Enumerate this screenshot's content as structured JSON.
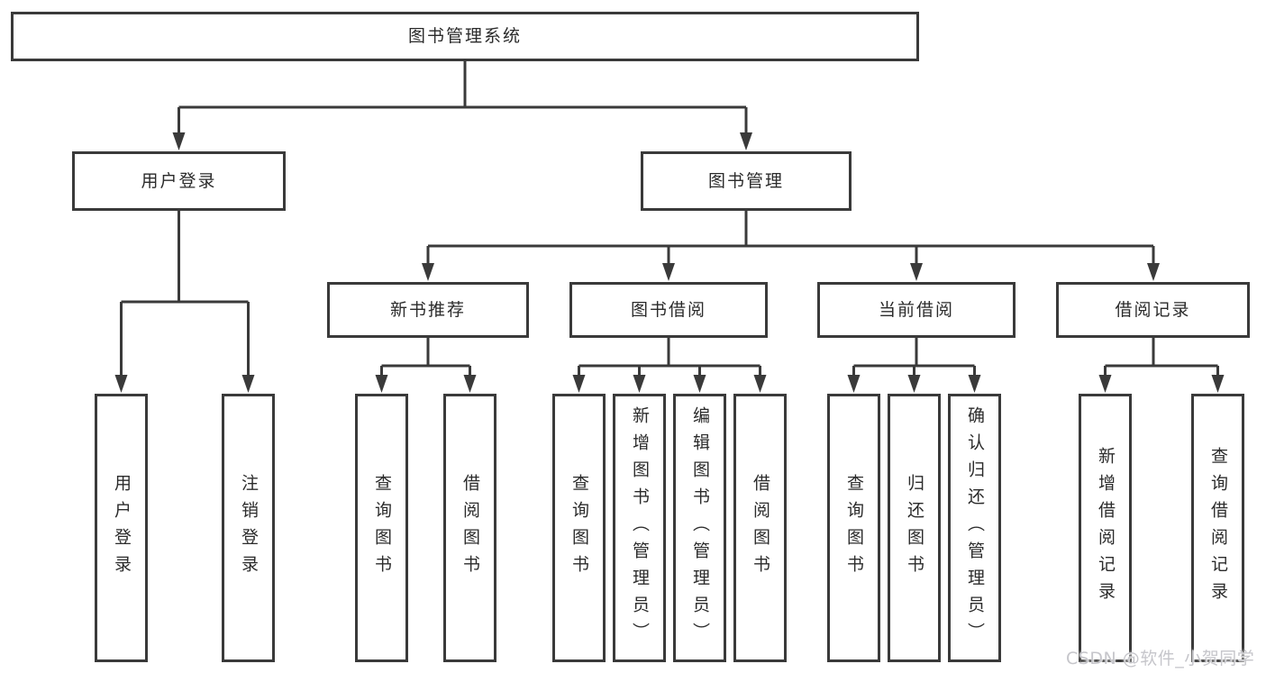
{
  "tree": {
    "root": {
      "label": "图书管理系统"
    },
    "branches": [
      {
        "label": "用户登录",
        "children": [
          {
            "label": "用户登录"
          },
          {
            "label": "注销登录"
          }
        ]
      },
      {
        "label": "图书管理",
        "children": [
          {
            "label": "新书推荐",
            "children": [
              {
                "label": "查询图书"
              },
              {
                "label": "借阅图书"
              }
            ]
          },
          {
            "label": "图书借阅",
            "children": [
              {
                "label": "查询图书"
              },
              {
                "label": "新增图书（管理员）"
              },
              {
                "label": "编辑图书（管理员）"
              },
              {
                "label": "借阅图书"
              }
            ]
          },
          {
            "label": "当前借阅",
            "children": [
              {
                "label": "查询图书"
              },
              {
                "label": "归还图书"
              },
              {
                "label": "确认归还（管理员）"
              }
            ]
          },
          {
            "label": "借阅记录",
            "children": [
              {
                "label": "新增借阅记录"
              },
              {
                "label": "查询借阅记录"
              }
            ]
          }
        ]
      }
    ]
  },
  "watermark": {
    "text": "CSDN @软件_小贺同学"
  },
  "colors": {
    "line": "#3a3a3a",
    "box_border": "#3a3a3a",
    "text": "#2b2b2b",
    "background": "#ffffff",
    "watermark": "#c6c6cb"
  }
}
